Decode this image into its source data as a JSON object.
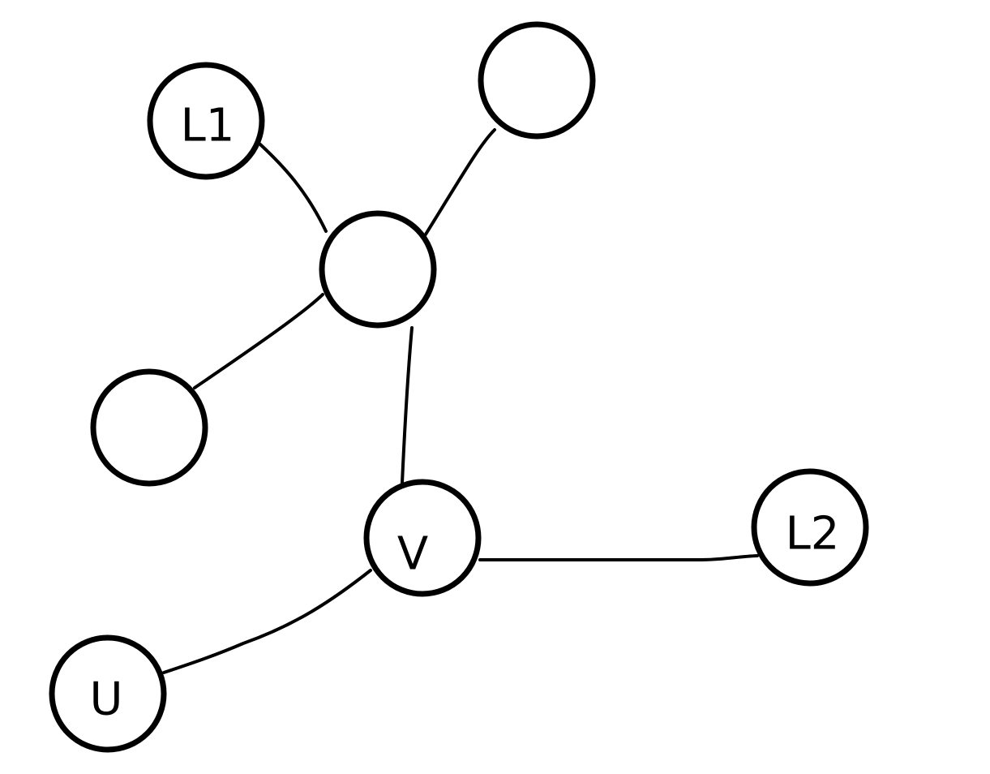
{
  "diagram": {
    "type": "tree",
    "stroke_color": "#000000",
    "background_color": "#ffffff",
    "nodes": [
      {
        "id": "l1",
        "label": "L1"
      },
      {
        "id": "top-right",
        "label": ""
      },
      {
        "id": "center",
        "label": ""
      },
      {
        "id": "left",
        "label": ""
      },
      {
        "id": "v",
        "label": "V"
      },
      {
        "id": "l2",
        "label": "L2"
      },
      {
        "id": "u",
        "label": "U"
      }
    ],
    "edges": [
      {
        "from": "l1",
        "to": "center"
      },
      {
        "from": "top-right",
        "to": "center"
      },
      {
        "from": "center",
        "to": "left"
      },
      {
        "from": "center",
        "to": "v"
      },
      {
        "from": "v",
        "to": "l2"
      },
      {
        "from": "v",
        "to": "u"
      }
    ]
  }
}
